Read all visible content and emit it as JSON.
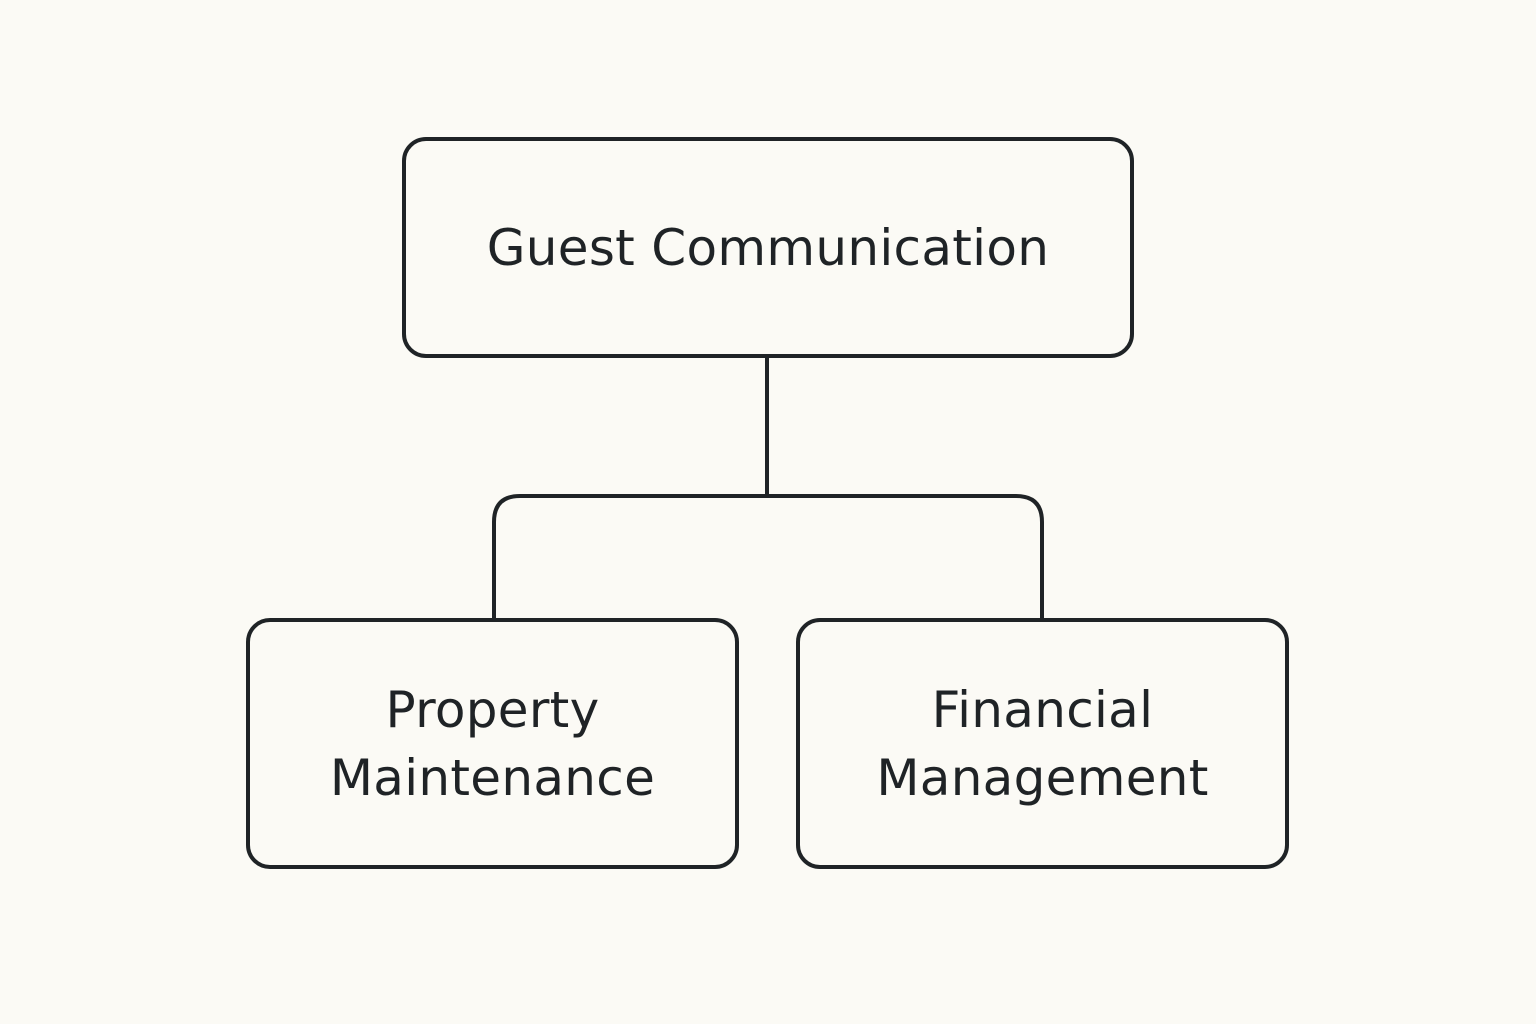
{
  "diagram": {
    "nodes": [
      {
        "id": "guest-communication",
        "label": "Guest Communication"
      },
      {
        "id": "property-maintenance",
        "label": "Property\nMaintenance"
      },
      {
        "id": "financial-management",
        "label": "Financial\nManagement"
      }
    ],
    "edges": [
      {
        "from": "guest-communication",
        "to": "property-maintenance"
      },
      {
        "from": "guest-communication",
        "to": "financial-management"
      }
    ]
  }
}
